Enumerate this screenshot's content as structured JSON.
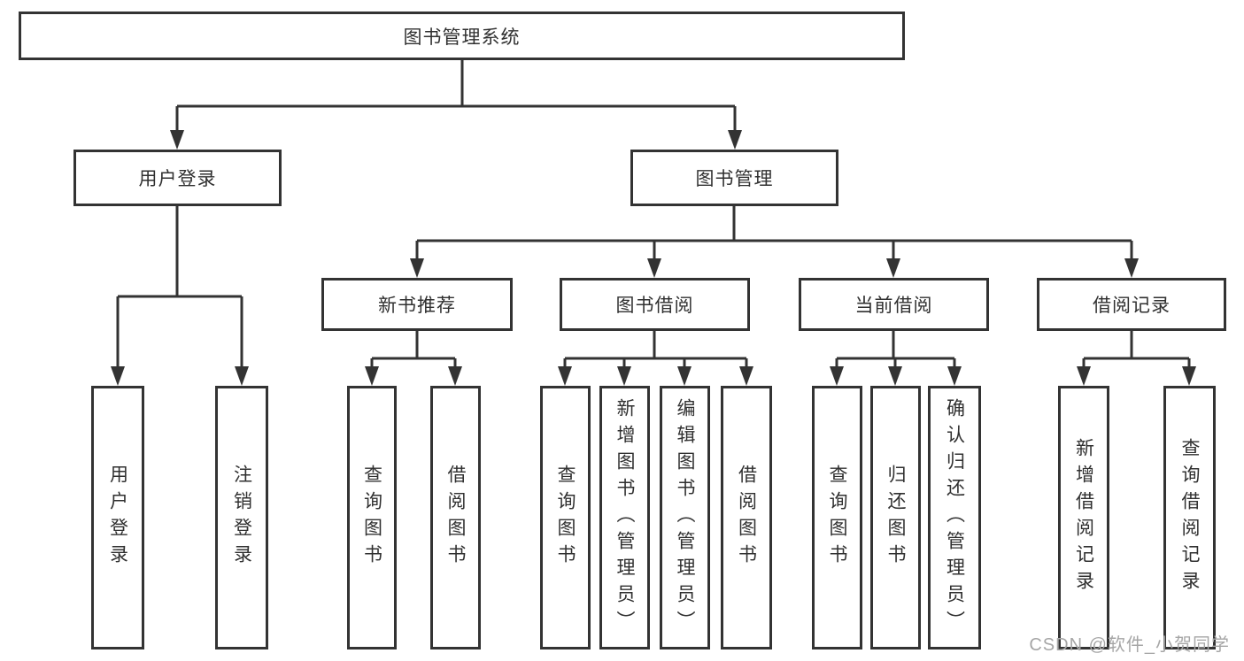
{
  "diagram": {
    "title": "图书管理系统",
    "watermark": "CSDN @软件_小贺同学",
    "colors": {
      "line": "#333333",
      "text": "#303030",
      "background": "#ffffff",
      "watermark": "#a6a6a6"
    },
    "tree": {
      "root": {
        "label": "图书管理系统"
      },
      "branches": [
        {
          "label": "用户登录",
          "children": [
            {
              "label": "用户登录"
            },
            {
              "label": "注销登录"
            }
          ]
        },
        {
          "label": "图书管理",
          "groups": [
            {
              "label": "新书推荐",
              "children": [
                {
                  "label": "查询图书"
                },
                {
                  "label": "借阅图书"
                }
              ]
            },
            {
              "label": "图书借阅",
              "children": [
                {
                  "label": "查询图书"
                },
                {
                  "label": "新增图书（管理员）"
                },
                {
                  "label": "编辑图书（管理员）"
                },
                {
                  "label": "借阅图书"
                }
              ]
            },
            {
              "label": "当前借阅",
              "children": [
                {
                  "label": "查询图书"
                },
                {
                  "label": "归还图书"
                },
                {
                  "label": "确认归还（管理员）"
                }
              ]
            },
            {
              "label": "借阅记录",
              "children": [
                {
                  "label": "新增借阅记录"
                },
                {
                  "label": "查询借阅记录"
                }
              ]
            }
          ]
        }
      ]
    }
  }
}
